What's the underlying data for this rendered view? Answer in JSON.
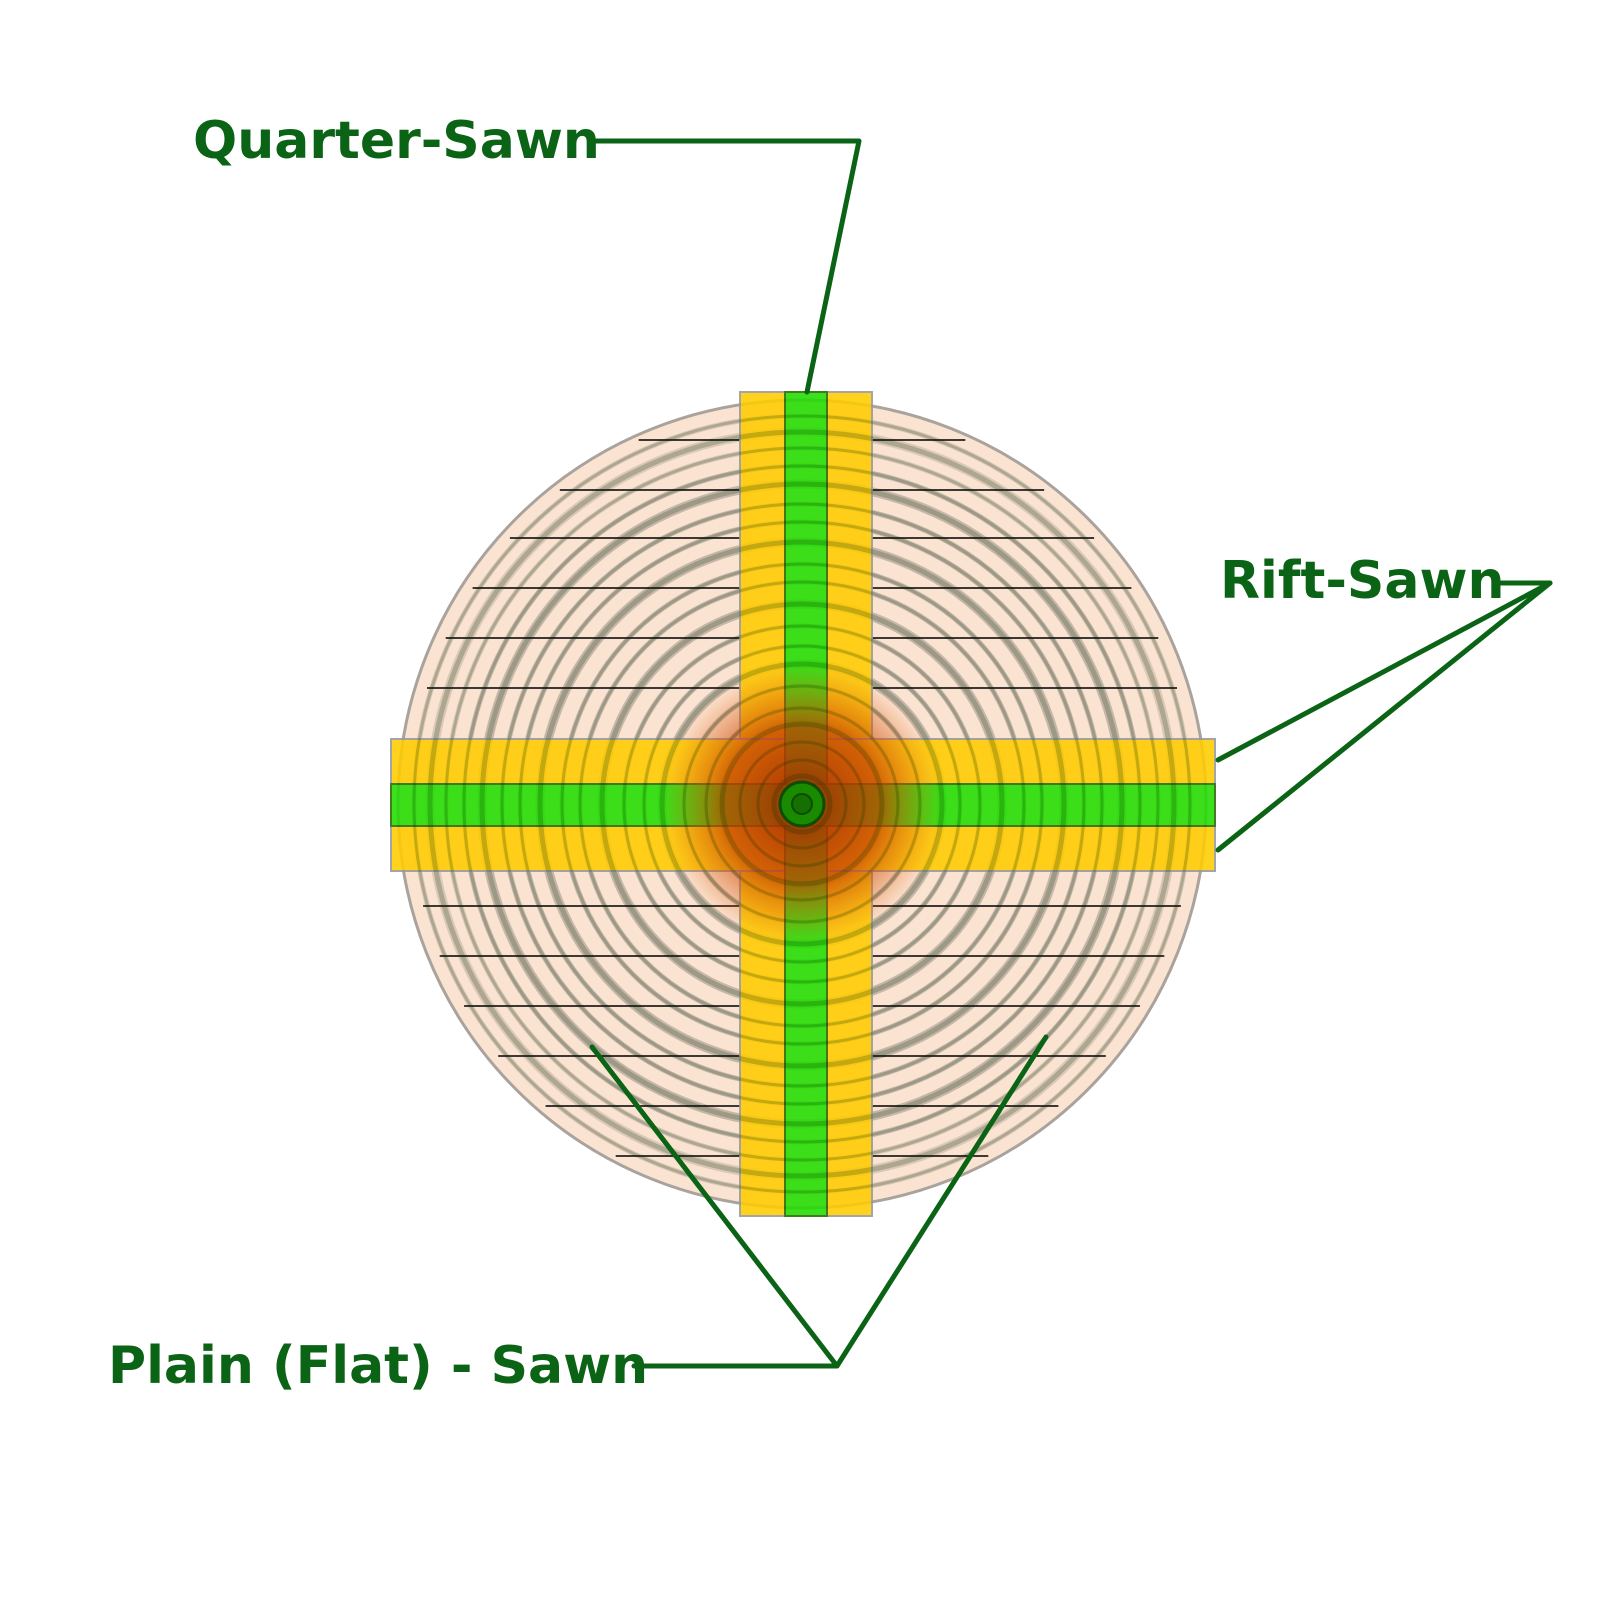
{
  "labels": {
    "quarter_sawn": "Quarter-Sawn",
    "rift_sawn": "Rift-Sawn",
    "plain_sawn": "Plain (Flat) - Sawn"
  },
  "colors": {
    "label_green": "#0b6416",
    "log_fill": "#fbe3d1",
    "ring": "#8e8a86",
    "heartwood": "#b83800",
    "quarter_band": "#22dd00",
    "rift_band": "#ffcc00"
  }
}
